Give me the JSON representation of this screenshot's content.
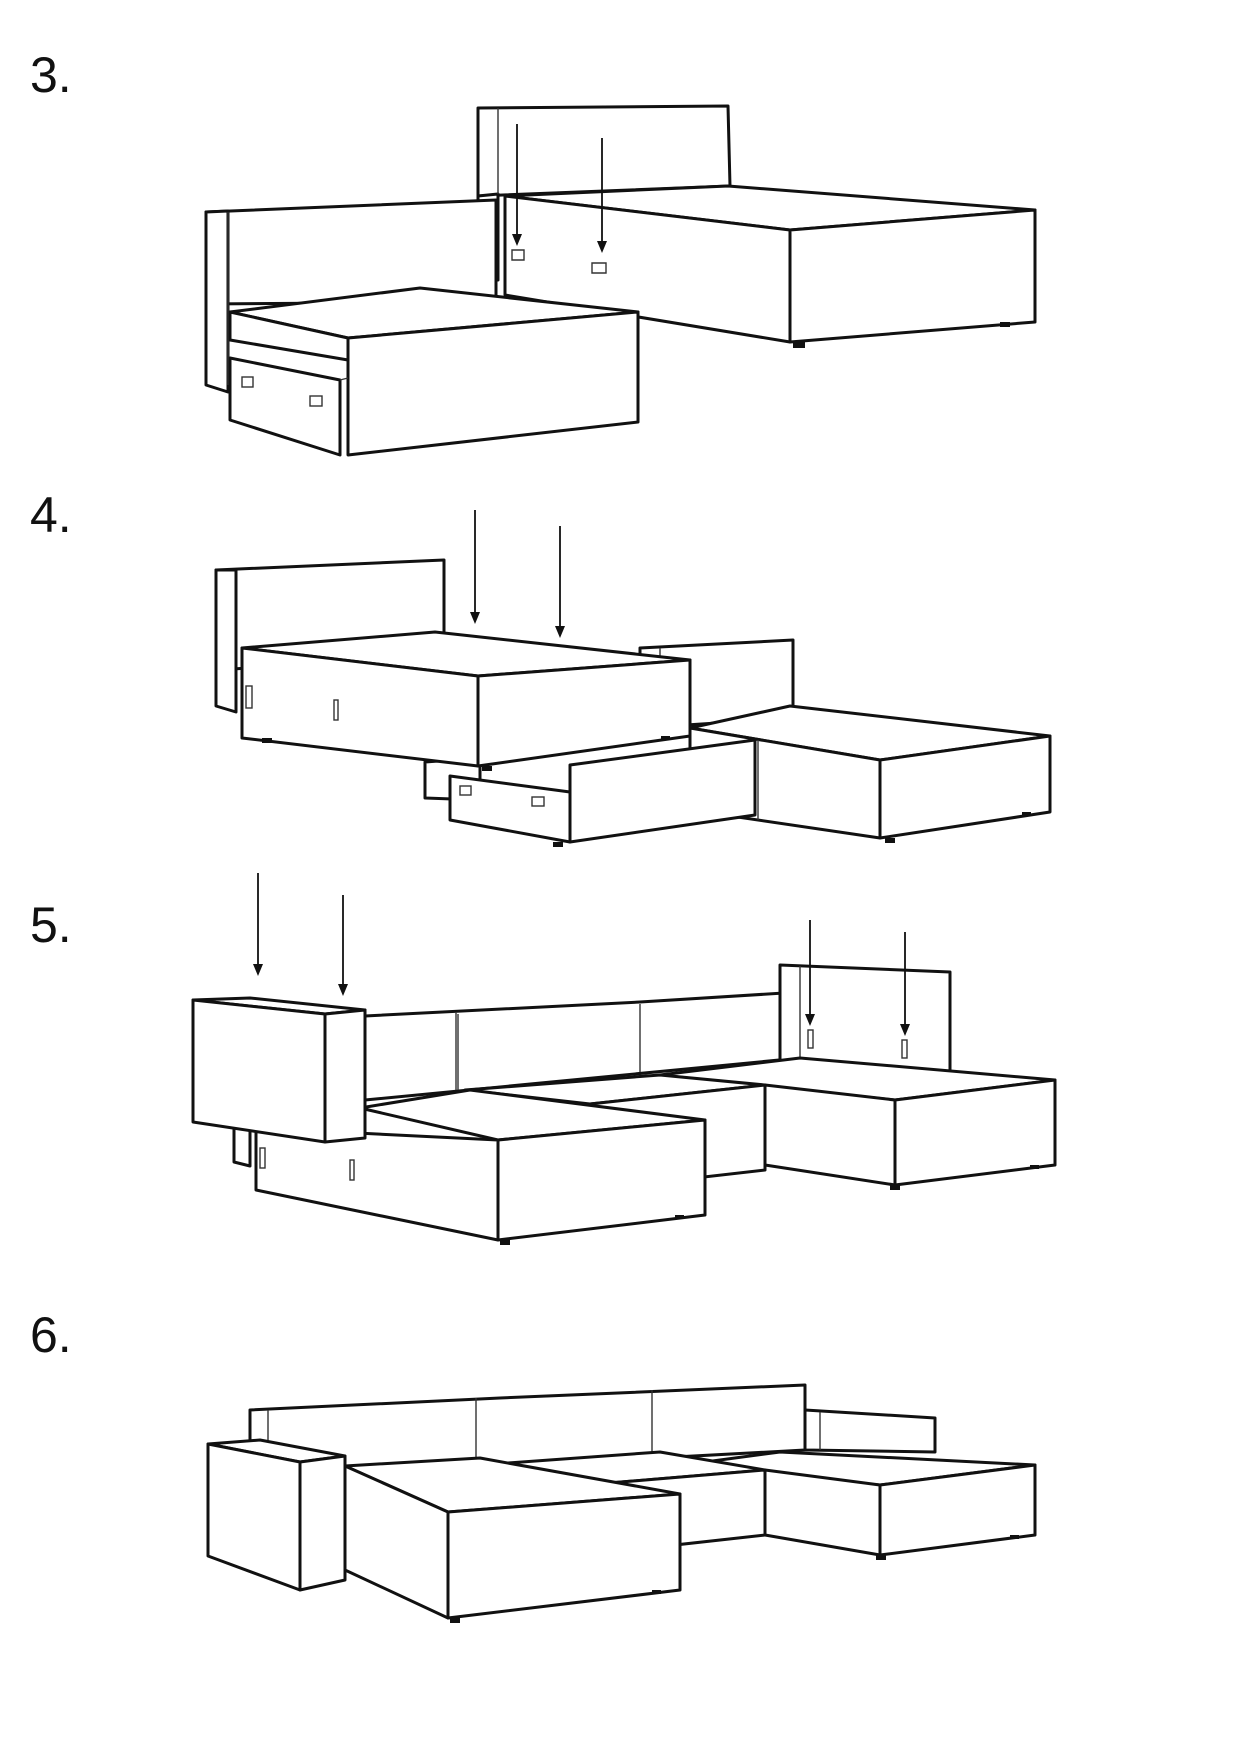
{
  "steps": [
    {
      "number": "3."
    },
    {
      "number": "4."
    },
    {
      "number": "5."
    },
    {
      "number": "6."
    }
  ]
}
